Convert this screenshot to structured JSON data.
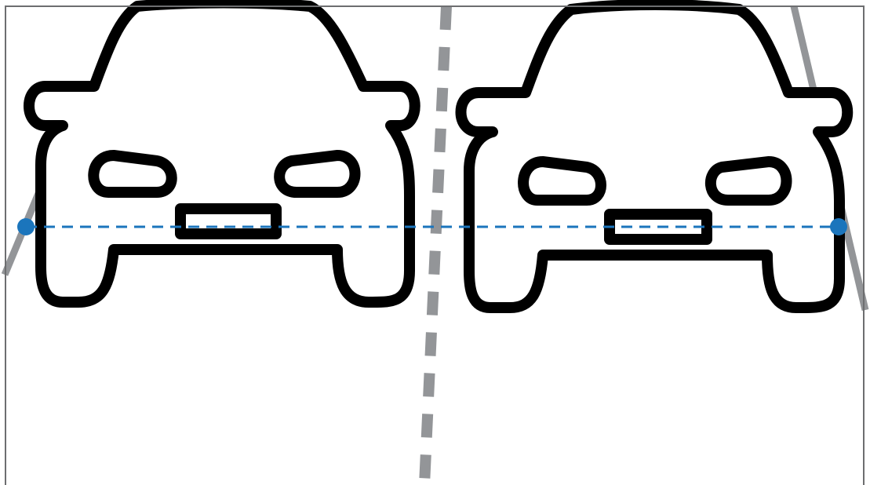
{
  "scene": {
    "cars": [
      {
        "id": "left-car"
      },
      {
        "id": "right-car"
      }
    ],
    "level_line": {
      "style": "dashed"
    }
  },
  "colors": {
    "background": "#ffffff",
    "frame": "#6d6e70",
    "car_outline": "#000000",
    "car_fill": "#ffffff",
    "road_line": "#939598",
    "level_line": "#1b75bc"
  }
}
